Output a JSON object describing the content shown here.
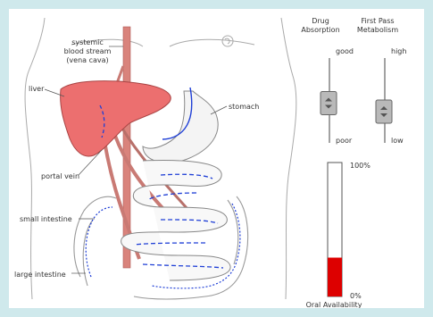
{
  "diagram": {
    "labels": {
      "systemic": [
        "systemic",
        "blood stream",
        "(vena cava)"
      ],
      "liver": "liver",
      "stomach": "stomach",
      "portal_vein": "portal vein",
      "small_intestine": "small intestine",
      "large_intestine": "large intestine"
    }
  },
  "controls": {
    "drug_absorption": {
      "title": [
        "Drug",
        "Absorption"
      ],
      "top_label": "good",
      "bottom_label": "poor",
      "level": 0.5
    },
    "first_pass": {
      "title": [
        "First Pass",
        "Metabolism"
      ],
      "top_label": "high",
      "bottom_label": "low",
      "level": 0.4
    }
  },
  "availability": {
    "top_label": "100%",
    "bottom_label": "0%",
    "caption": "Oral Availability",
    "value_fraction": 0.29
  },
  "colors": {
    "liver": "#ec6f6f",
    "vessel": "#c97a74",
    "flow_arrow": "#1f3fd6",
    "fill_bar": "#dd0000"
  }
}
